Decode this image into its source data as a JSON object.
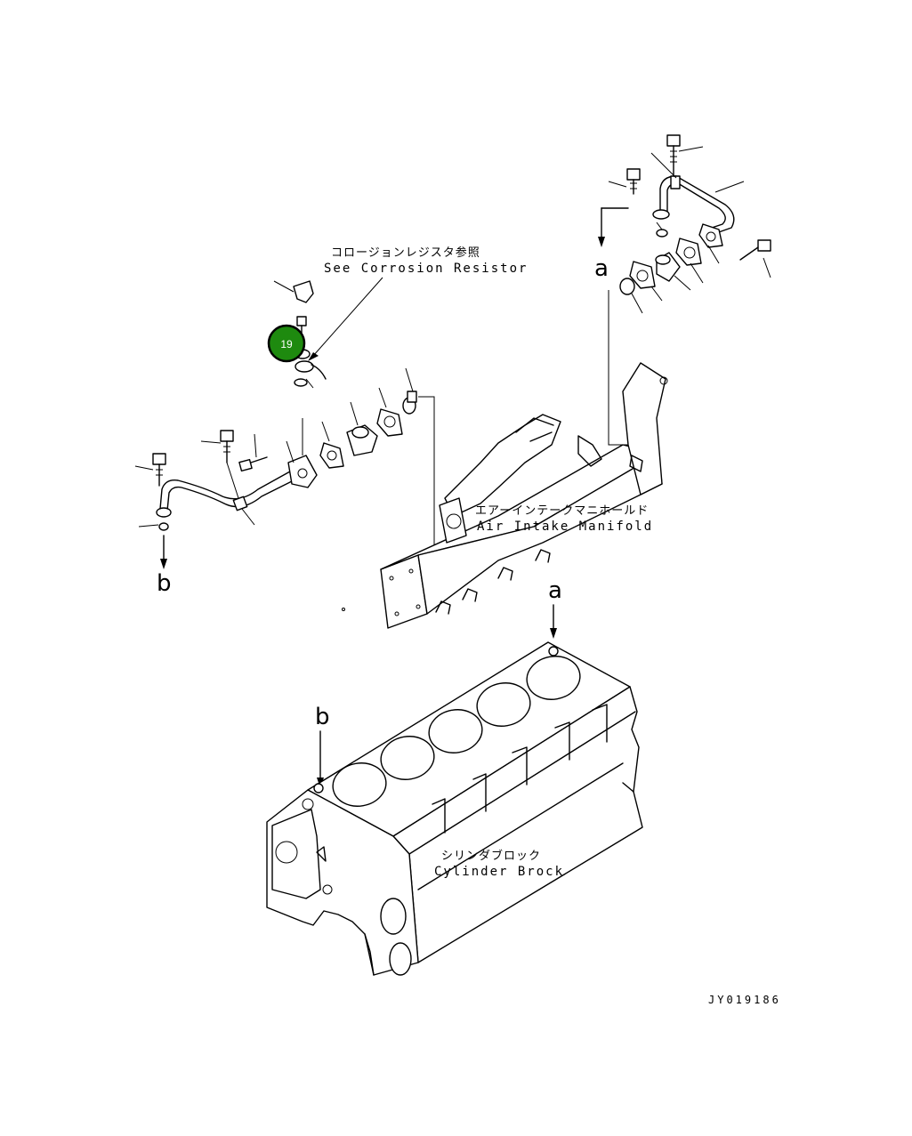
{
  "callouts": {
    "corrosion_resistor_jp": "コロージョンレジスタ参照",
    "corrosion_resistor_en": "See Corrosion Resistor",
    "manifold_jp": "エアーインテークマニホールド",
    "manifold_en": "Air Intake Manifold",
    "block_jp": "シリンダブロック",
    "block_en": "Cylinder Brock"
  },
  "references": {
    "a_upper": "a",
    "a_lower": "a",
    "b_upper": "b",
    "b_lower": "b"
  },
  "highlight_badge": {
    "label": "19",
    "color": "#1e8a0f"
  },
  "drawing_code": "JY019186"
}
